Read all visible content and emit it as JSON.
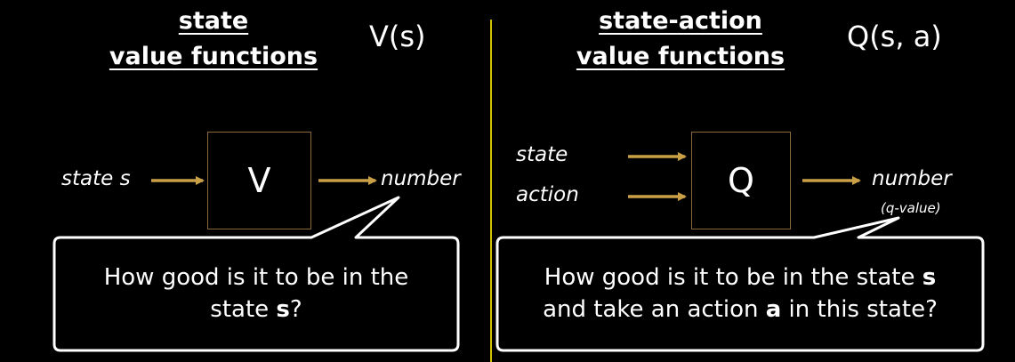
{
  "left": {
    "title_line1": "state",
    "title_line2": "value functions",
    "formula": "V(s)",
    "input_label": "state s",
    "box_label": "V",
    "output_label": "number",
    "question_pre": "How good is it to be in the",
    "question_mid": "state ",
    "question_bold": "s",
    "question_end": "?"
  },
  "right": {
    "title_line1": "state-action",
    "title_line2": "value functions",
    "formula": "Q(s, a)",
    "input_label_1": "state",
    "input_label_2": "action",
    "box_label": "Q",
    "output_label": "number",
    "output_sublabel": "(q-value)",
    "question_line1_pre": "How good is it to be in the state ",
    "question_line1_bold": "s",
    "question_line2_pre": "and take an action ",
    "question_line2_bold": "a",
    "question_line2_end": " in this state?"
  },
  "colors": {
    "background": "#000000",
    "arrow": "#c9a046",
    "divider": "#d4c200",
    "box_border": "#8a6a3a",
    "text": "#ffffff"
  }
}
